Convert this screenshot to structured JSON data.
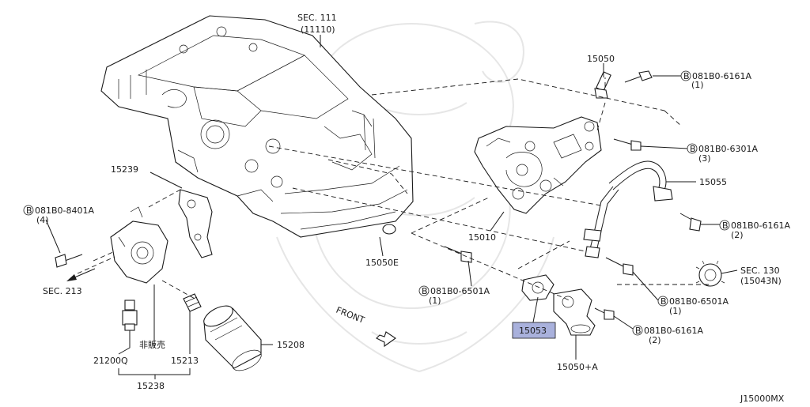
{
  "diagram_id": "J15000MX",
  "front_label": "FRONT",
  "highlight_color": "#a9b1dc",
  "callouts": {
    "sec111": "SEC. 111",
    "sec111_ref": "(11110)",
    "p15050": "15050",
    "b_6161_top": "081B0-6161A",
    "b_6161_top_qty": "(1)",
    "b_6301": "081B0-6301A",
    "b_6301_qty": "(3)",
    "p15055": "15055",
    "b_6161_mid": "081B0-6161A",
    "b_6161_mid_qty": "(2)",
    "p15010": "15010",
    "sec130": "SEC. 130",
    "sec130_ref": "(15043N)",
    "b_6501_a": "081B0-6501A",
    "b_6501_a_qty": "(1)",
    "b_6501_b": "081B0-6501A",
    "b_6501_b_qty": "(1)",
    "p15053": "15053",
    "b_6161_low": "081B0-6161A",
    "b_6161_low_qty": "(2)",
    "p15050a": "15050+A",
    "p15239": "15239",
    "b_8401": "081B0-8401A",
    "b_8401_qty": "(4)",
    "sec213": "SEC. 213",
    "p15050e": "15050E",
    "p21200q": "21200Q",
    "not_for_sale": "非販売",
    "p15213": "15213",
    "p15208": "15208",
    "p15238": "15238",
    "bolt_prefix": "B"
  }
}
